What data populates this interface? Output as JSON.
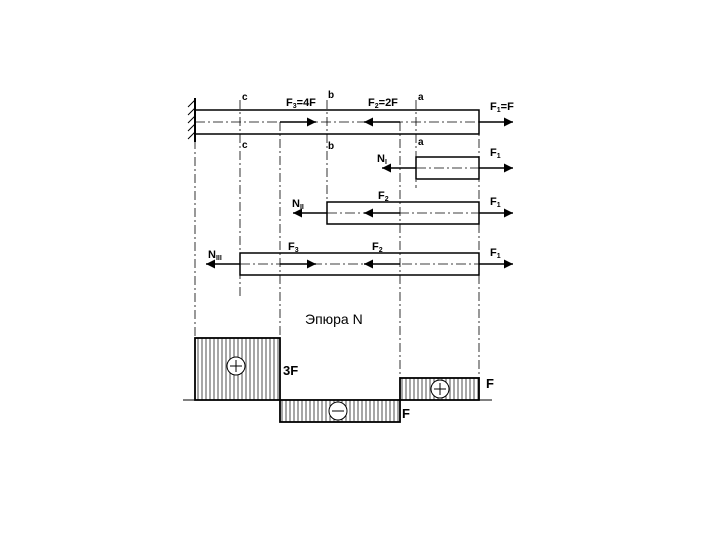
{
  "section_labels": {
    "c": "c",
    "b": "b",
    "a": "a"
  },
  "main_beam": {
    "F3": "F",
    "F3_sub": "3",
    "F3_value": "=4F",
    "F2": "F",
    "F2_sub": "2",
    "F2_value": "=2F",
    "F1": "F",
    "F1_sub": "1",
    "F1_value": "=F"
  },
  "cut1": {
    "N": "N",
    "N_sub": "I",
    "F1": "F",
    "F1_sub": "1"
  },
  "cut2": {
    "N": "N",
    "N_sub": "II",
    "F2": "F",
    "F2_sub": "2",
    "F1": "F",
    "F1_sub": "1"
  },
  "cut3": {
    "N": "N",
    "N_sub": "III",
    "F3": "F",
    "F3_sub": "3",
    "F2": "F",
    "F2_sub": "2",
    "F1": "F",
    "F1_sub": "1"
  },
  "epure": {
    "title": "Эпюра N",
    "label_3F": "3F",
    "label_F_neg": "F",
    "label_F_pos": "F",
    "signs": [
      "+",
      "−",
      "+"
    ]
  }
}
